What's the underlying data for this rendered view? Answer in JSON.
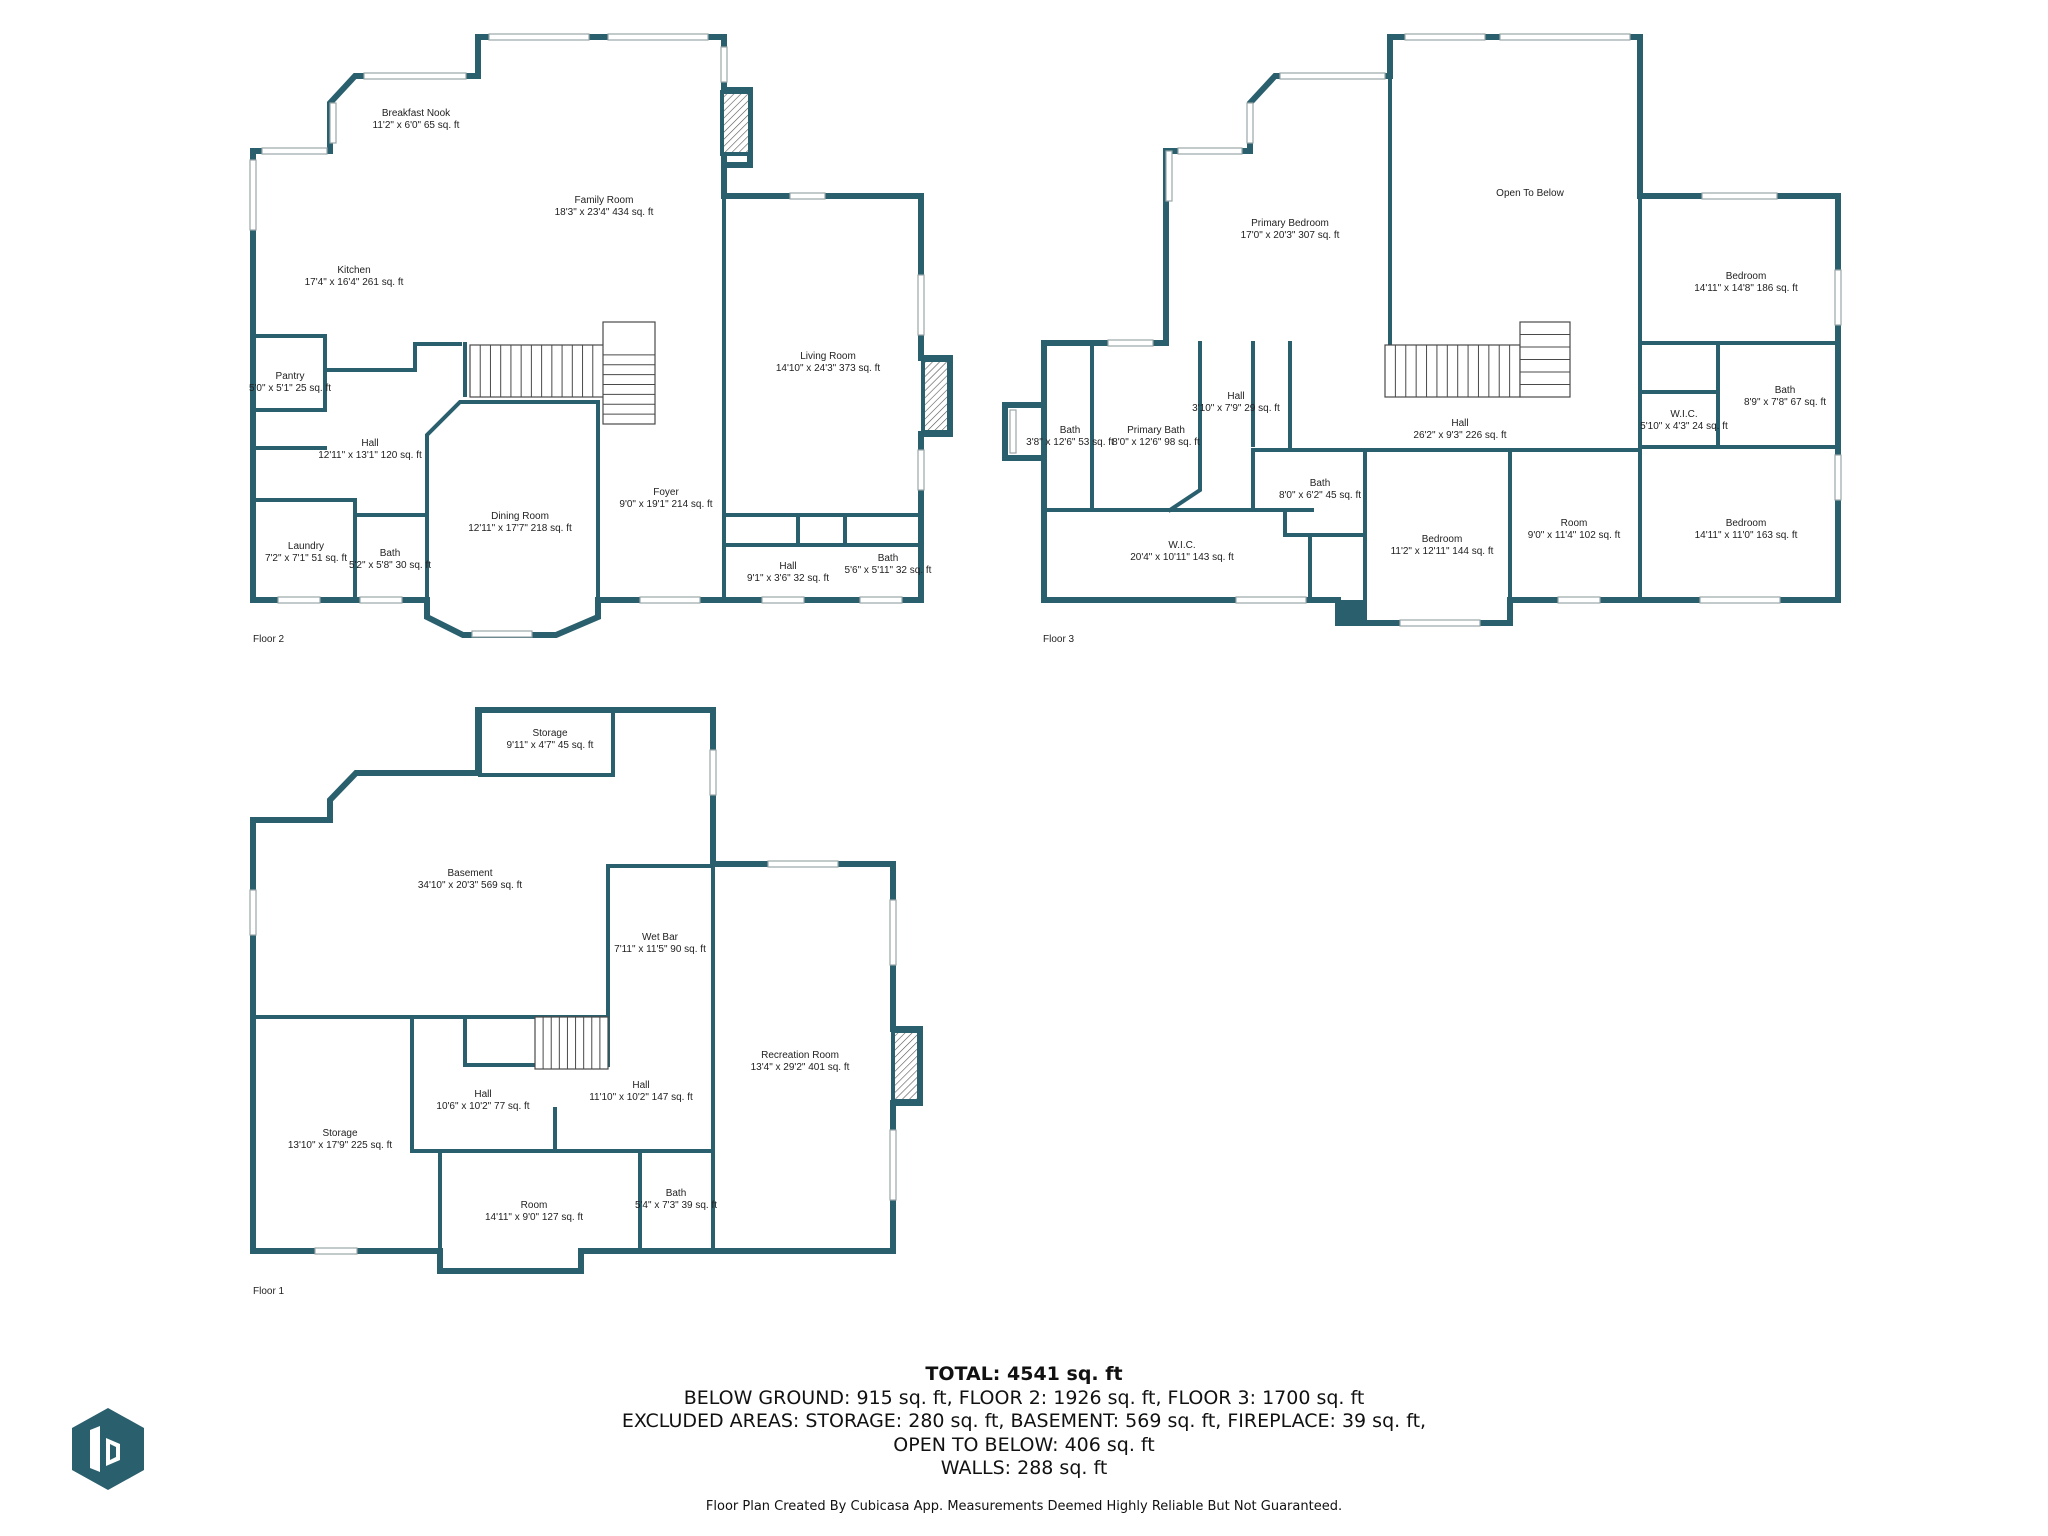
{
  "floors": [
    {
      "label": "Floor 2",
      "rooms": [
        {
          "name": "Breakfast Nook",
          "size": "11'2\" x 6'0\" 65 sq. ft"
        },
        {
          "name": "Family Room",
          "size": "18'3\" x 23'4\" 434 sq. ft"
        },
        {
          "name": "Kitchen",
          "size": "17'4\" x 16'4\" 261 sq. ft"
        },
        {
          "name": "Living Room",
          "size": "14'10\" x 24'3\" 373 sq. ft"
        },
        {
          "name": "Pantry",
          "size": "5'0\" x 5'1\" 25 sq. ft"
        },
        {
          "name": "Hall",
          "size": "12'11\" x 13'1\" 120 sq. ft"
        },
        {
          "name": "Dining Room",
          "size": "12'11\" x 17'7\" 218 sq. ft"
        },
        {
          "name": "Foyer",
          "size": "9'0\" x 19'1\" 214 sq. ft"
        },
        {
          "name": "Laundry",
          "size": "7'2\" x 7'1\" 51 sq. ft"
        },
        {
          "name": "Bath",
          "size": "5'2\" x 5'8\" 30 sq. ft"
        },
        {
          "name": "Hall",
          "size": "9'1\" x 3'6\" 32 sq. ft"
        },
        {
          "name": "Bath",
          "size": "5'6\" x 5'11\" 32 sq. ft"
        }
      ]
    },
    {
      "label": "Floor 3",
      "rooms": [
        {
          "name": "Primary Bedroom",
          "size": "17'0\" x 20'3\" 307 sq. ft"
        },
        {
          "name": "Open To Below",
          "size": ""
        },
        {
          "name": "Bedroom",
          "size": "14'11\" x 14'8\" 186 sq. ft"
        },
        {
          "name": "Bath",
          "size": "3'8\" x 12'6\" 53 sq. ft"
        },
        {
          "name": "Primary Bath",
          "size": "8'0\" x 12'6\" 98 sq. ft"
        },
        {
          "name": "Hall",
          "size": "3'10\" x 7'9\" 29 sq. ft"
        },
        {
          "name": "Hall",
          "size": "26'2\" x 9'3\" 226 sq. ft"
        },
        {
          "name": "W.I.C.",
          "size": "5'10\" x 4'3\" 24 sq. ft"
        },
        {
          "name": "Bath",
          "size": "8'9\" x 7'8\" 67 sq. ft"
        },
        {
          "name": "Bath",
          "size": "8'0\" x 6'2\" 45 sq. ft"
        },
        {
          "name": "Room",
          "size": "9'0\" x 11'4\" 102 sq. ft"
        },
        {
          "name": "Bedroom",
          "size": "14'11\" x 11'0\" 163 sq. ft"
        },
        {
          "name": "W.I.C.",
          "size": "20'4\" x 10'11\" 143 sq. ft"
        },
        {
          "name": "Bedroom",
          "size": "11'2\" x 12'11\" 144 sq. ft"
        }
      ]
    },
    {
      "label": "Floor 1",
      "rooms": [
        {
          "name": "Storage",
          "size": "9'11\" x 4'7\" 45 sq. ft"
        },
        {
          "name": "Basement",
          "size": "34'10\" x 20'3\" 569 sq. ft"
        },
        {
          "name": "Wet Bar",
          "size": "7'11\" x 11'5\" 90 sq. ft"
        },
        {
          "name": "Recreation Room",
          "size": "13'4\" x 29'2\" 401 sq. ft"
        },
        {
          "name": "Hall",
          "size": "10'6\" x 10'2\" 77 sq. ft"
        },
        {
          "name": "Hall",
          "size": "11'10\" x 10'2\" 147 sq. ft"
        },
        {
          "name": "Storage",
          "size": "13'10\" x 17'9\" 225 sq. ft"
        },
        {
          "name": "Room",
          "size": "14'11\" x 9'0\" 127 sq. ft"
        },
        {
          "name": "Bath",
          "size": "5'4\" x 7'3\" 39 sq. ft"
        }
      ]
    }
  ],
  "summary": {
    "total": "TOTAL: 4541 sq. ft",
    "line1": "BELOW GROUND: 915 sq. ft, FLOOR 2: 1926 sq. ft, FLOOR 3: 1700 sq. ft",
    "line2": "EXCLUDED AREAS: STORAGE: 280 sq. ft, BASEMENT: 569 sq. ft, FIREPLACE: 39 sq. ft,",
    "line3": "OPEN TO BELOW: 406 sq. ft",
    "line4": "WALLS: 288 sq. ft"
  },
  "footer": "Floor Plan Created By Cubicasa App. Measurements Deemed Highly Reliable But Not Guaranteed.",
  "logo": {
    "icon": "cubicasa-logo-icon",
    "color": "#2a5f6e"
  },
  "colors": {
    "wall": "#2a5f6e",
    "background": "#ffffff"
  }
}
